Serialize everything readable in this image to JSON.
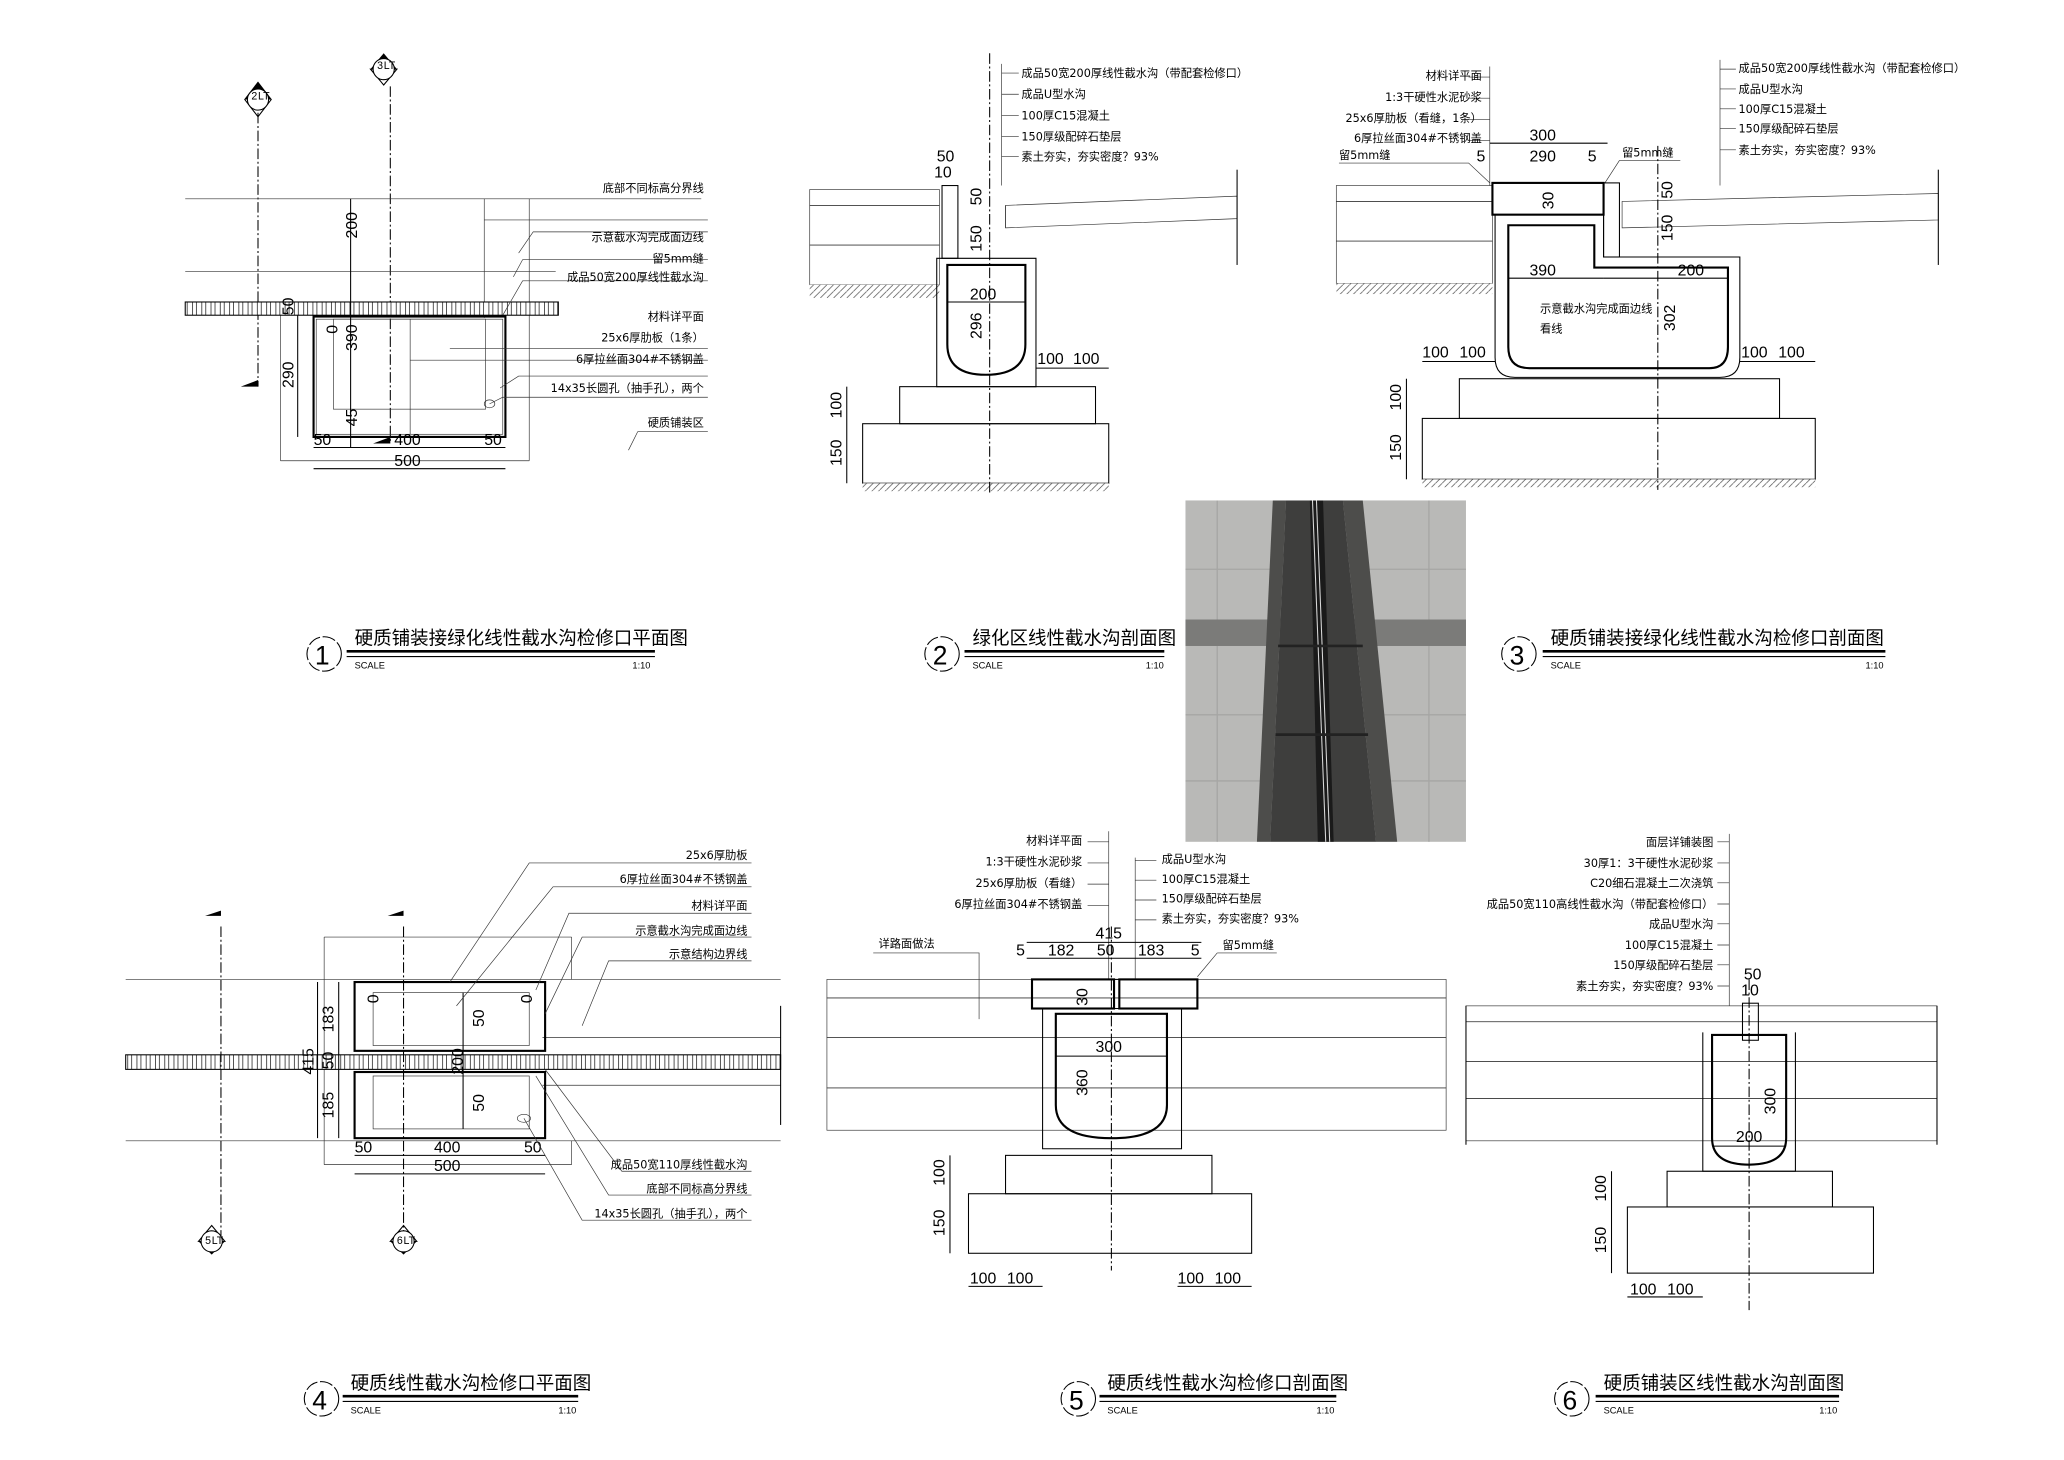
{
  "d1": {
    "number": "1",
    "title": "硬质铺装接绿化线性截水沟检修口平面图",
    "scale_label": "SCALE",
    "scale": "1:10",
    "markers": [
      {
        "num": "2",
        "sheet": "LT"
      },
      {
        "num": "3",
        "sheet": "LT"
      }
    ],
    "callouts": [
      "底部不同标高分界线",
      "示意截水沟完成面边线",
      "留5mm缝",
      "成品50宽200厚线性截水沟",
      "材料详平面",
      "25x6厚肋板（1条）",
      "6厚拉丝面304#不锈钢盖",
      "14x35长圆孔（抽手孔），两个",
      "硬质铺装区"
    ],
    "dims": {
      "h200": "200",
      "h390": "390",
      "h290": "290",
      "h50": "50",
      "zero": "0",
      "h45": "45",
      "w50a": "50",
      "w400": "400",
      "w50b": "50",
      "w500": "500"
    }
  },
  "d2": {
    "number": "2",
    "title": "绿化区线性截水沟剖面图",
    "scale_label": "SCALE",
    "scale": "1:10",
    "callouts": [
      "成品50宽200厚线性截水沟（带配套检修口）",
      "成品U型水沟",
      "100厚C15混凝土",
      "150厚级配碎石垫层",
      "素土夯实，夯实密度？93%"
    ],
    "dims": {
      "t50": "50",
      "t10": "10",
      "v150": "150",
      "v50": "50",
      "w200": "200",
      "v296": "296",
      "b100a": "100",
      "b100b": "100",
      "l100": "100",
      "l150": "150"
    }
  },
  "d3": {
    "number": "3",
    "title": "硬质铺装接绿化线性截水沟检修口剖面图",
    "scale_label": "SCALE",
    "scale": "1:10",
    "left_callouts": [
      "材料详平面",
      "1:3干硬性水泥砂浆",
      "25x6厚肋板（看缝，1条）",
      "6厚拉丝面304#不锈钢盖",
      "留5mm缝"
    ],
    "right_callouts": [
      "成品50宽200厚线性截水沟（带配套检修口）",
      "成品U型水沟",
      "100厚C15混凝土",
      "150厚级配碎石垫层",
      "素土夯实，夯实密度？93%"
    ],
    "gap_label": "留5mm缝",
    "edge_label": "示意截水沟完成面边线",
    "sight_label": "看线",
    "dims": {
      "w300": "300",
      "w5a": "5",
      "w290": "290",
      "w5b": "5",
      "v30": "30",
      "v150": "150",
      "v50": "50",
      "w390": "390",
      "w200": "200",
      "v302": "302",
      "l100a": "100",
      "l100b": "100",
      "r100a": "100",
      "r100b": "100",
      "s100": "100",
      "s150": "150"
    }
  },
  "photo": {
    "alt_icon": "drain-grate-photo"
  },
  "d4": {
    "number": "4",
    "title": "硬质线性截水沟检修口平面图",
    "scale_label": "SCALE",
    "scale": "1:10",
    "markers": [
      {
        "num": "5",
        "sheet": "LT"
      },
      {
        "num": "6",
        "sheet": "LT"
      }
    ],
    "callouts": [
      "25x6厚肋板",
      "6厚拉丝面304#不锈钢盖",
      "材料详平面",
      "示意截水沟完成面边线",
      "示意结构边界线",
      "成品50宽110厚线性截水沟",
      "底部不同标高分界线",
      "14x35长圆孔（抽手孔），两个"
    ],
    "dims": {
      "v183": "183",
      "v50": "50",
      "v185": "185",
      "v415": "415",
      "i50a": "50",
      "i200": "200",
      "i50b": "50",
      "zero_a": "0",
      "zero_b": "0",
      "w50a": "50",
      "w400": "400",
      "w50b": "50",
      "w500": "500"
    }
  },
  "d5": {
    "number": "5",
    "title": "硬质线性截水沟检修口剖面图",
    "scale_label": "SCALE",
    "scale": "1:10",
    "left_callouts": [
      "材料详平面",
      "1:3干硬性水泥砂浆",
      "25x6厚肋板（看缝）",
      "6厚拉丝面304#不锈钢盖"
    ],
    "right_callouts": [
      "成品U型水沟",
      "100厚C15混凝土",
      "150厚级配碎石垫层",
      "素土夯实，夯实密度？93%"
    ],
    "road_label": "详路面做法",
    "gap_label": "留5mm缝",
    "dims": {
      "w415": "415",
      "w5a": "5",
      "w182": "182",
      "w50": "50",
      "w183": "183",
      "w5b": "5",
      "v30": "30",
      "w300": "300",
      "v360": "360",
      "l100": "100",
      "l150": "150",
      "b100a": "100",
      "b100b": "100",
      "b100c": "100",
      "b100d": "100"
    }
  },
  "d6": {
    "number": "6",
    "title": "硬质铺装区线性截水沟剖面图",
    "scale_label": "SCALE",
    "scale": "1:10",
    "callouts": [
      "面层详铺装图",
      "30厚1：3干硬性水泥砂浆",
      "C20细石混凝土二次浇筑",
      "成品50宽110高线性截水沟（带配套检修口）",
      "成品U型水沟",
      "100厚C15混凝土",
      "150厚级配碎石垫层",
      "素土夯实，夯实密度？93%"
    ],
    "dims": {
      "t50": "50",
      "t10": "10",
      "v300": "300",
      "w200": "200",
      "l100": "100",
      "l150": "150",
      "b100a": "100",
      "b100b": "100"
    }
  }
}
